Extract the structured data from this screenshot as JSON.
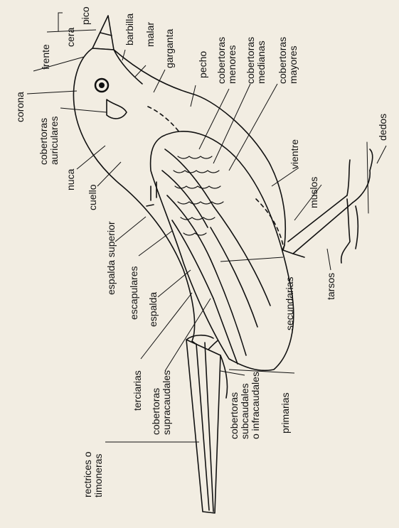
{
  "labels": {
    "pico": "pico",
    "cera": "cera",
    "frente": "frente",
    "barbilla": "barbilla",
    "malar": "malar",
    "garganta": "garganta",
    "pecho": "pecho",
    "cob_menores_1": "cobertoras",
    "cob_menores_2": "menores",
    "cob_medianas_1": "cobertoras",
    "cob_medianas_2": "medianas",
    "cob_mayores_1": "cobertoras",
    "cob_mayores_2": "mayores",
    "corona": "corona",
    "cob_auriculares_1": "cobertoras",
    "cob_auriculares_2": "auriculares",
    "nuca": "nuca",
    "cuello": "cuello",
    "espalda_superior": "espalda superior",
    "escapulares": "escapulares",
    "espalda": "espalda",
    "terciarias": "terciarias",
    "cob_supracaudales_1": "cobertoras",
    "cob_supracaudales_2": "supracaudales",
    "rectrices_1": "rectrices o",
    "rectrices_2": "timoneras",
    "cob_subcaudales_1": "cobertoras",
    "cob_subcaudales_2": "subcaudales",
    "cob_subcaudales_3": "o infracaudales",
    "primarias": "primarias",
    "secundarias": "secundarias",
    "tarsos": "tarsos",
    "muslos": "muslos",
    "vientre": "vientre",
    "dedos": "dedos"
  }
}
